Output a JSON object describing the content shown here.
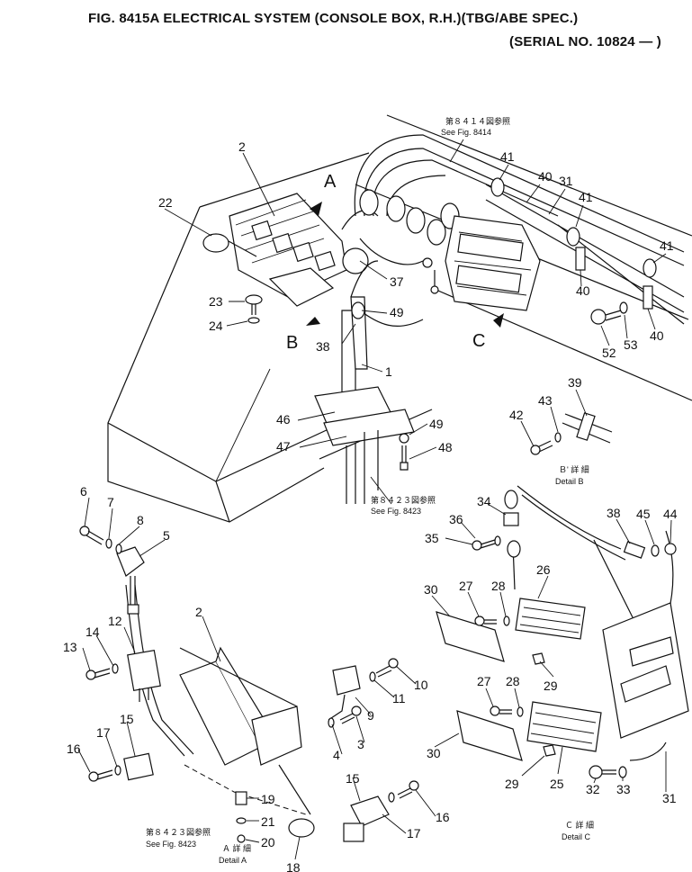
{
  "header": {
    "title": "FIG. 8415A  ELECTRICAL SYSTEM (CONSOLE BOX, R.H.)(TBG/ABE SPEC.)",
    "serial": "(SERIAL NO. 10824 — )"
  },
  "references": {
    "fig8414_jp": "第８４１４図参照",
    "fig8414": "See Fig. 8414",
    "fig8423_jp": "第８４２３図参照",
    "fig8423": "See Fig. 8423",
    "fig8423b_jp": "第８４２３図参照",
    "fig8423b": "See Fig. 8423"
  },
  "details": {
    "a_jp": "Ａ 詳 細",
    "a": "Detail  A",
    "b_jp": "Ｂ' 詳 細",
    "b": "Detail  B",
    "c_jp": "Ｃ 詳 細",
    "c": "Detail  C"
  },
  "views": {
    "a": "A",
    "b": "B",
    "c": "C"
  },
  "callouts": {
    "n1": "1",
    "n2": "2",
    "n2b": "2",
    "n3": "3",
    "n4": "4",
    "n5": "5",
    "n6": "6",
    "n7": "7",
    "n8": "8",
    "n9": "9",
    "n10": "10",
    "n11": "11",
    "n12": "12",
    "n13": "13",
    "n14": "14",
    "n15": "15",
    "n15b": "15",
    "n16": "16",
    "n16b": "16",
    "n17": "17",
    "n17b": "17",
    "n18": "18",
    "n19": "19",
    "n20": "20",
    "n21": "21",
    "n22": "22",
    "n23": "23",
    "n24": "24",
    "n25": "25",
    "n26": "26",
    "n27": "27",
    "n27b": "27",
    "n28": "28",
    "n28b": "28",
    "n29": "29",
    "n29b": "29",
    "n30": "30",
    "n30b": "30",
    "n31": "31",
    "n31b": "31",
    "n32": "32",
    "n33": "33",
    "n34": "34",
    "n35": "35",
    "n36": "36",
    "n37": "37",
    "n38": "38",
    "n38b": "38",
    "n39": "39",
    "n40": "40",
    "n40b": "40",
    "n40c": "40",
    "n41": "41",
    "n41b": "41",
    "n41c": "41",
    "n42": "42",
    "n43": "43",
    "n44": "44",
    "n45": "45",
    "n46": "46",
    "n47": "47",
    "n48": "48",
    "n49": "49",
    "n49b": "49",
    "n52": "52",
    "n53": "53"
  }
}
